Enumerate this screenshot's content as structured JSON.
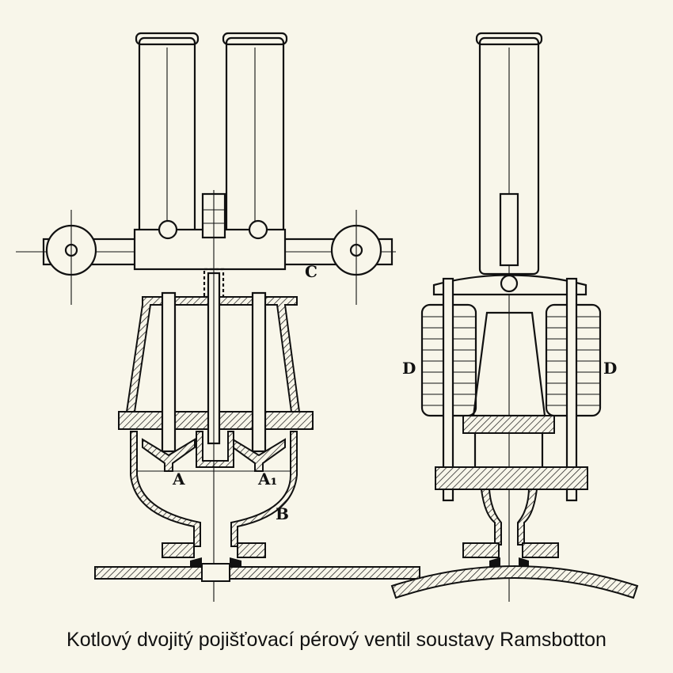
{
  "caption": "Kotlový dvojitý pojišťovací pérový ventil soustavy Ramsbotton",
  "labels": {
    "a": "A",
    "a1": "A₁",
    "b": "B",
    "c": "C",
    "d_left": "D",
    "d_right": "D"
  }
}
